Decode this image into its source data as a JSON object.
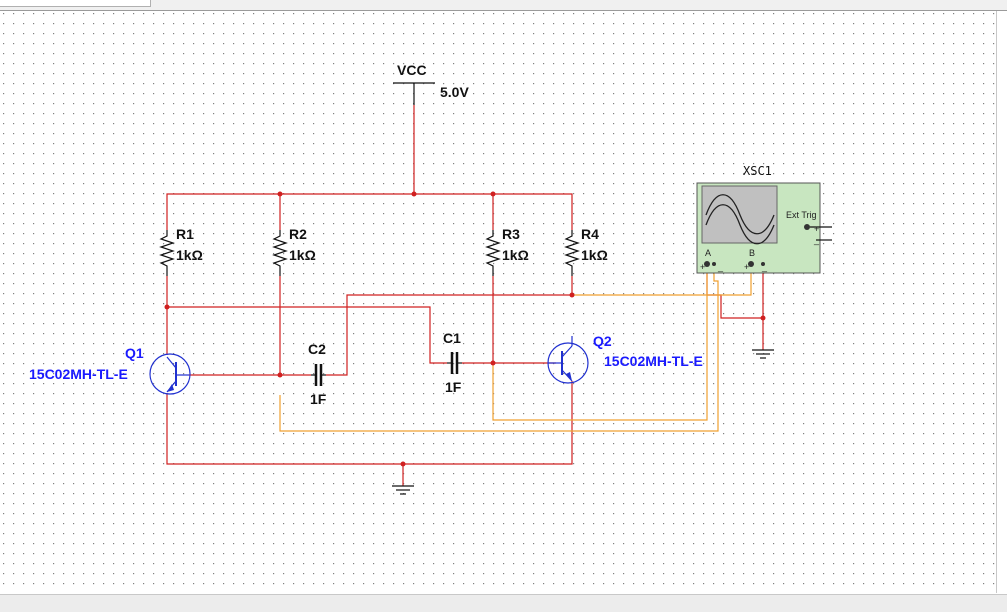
{
  "schematic": {
    "vcc": {
      "name": "VCC",
      "value": "5.0V"
    },
    "resistors": [
      {
        "ref": "R1",
        "value": "1kΩ"
      },
      {
        "ref": "R2",
        "value": "1kΩ"
      },
      {
        "ref": "R3",
        "value": "1kΩ"
      },
      {
        "ref": "R4",
        "value": "1kΩ"
      }
    ],
    "capacitors": [
      {
        "ref": "C2",
        "value": "1F"
      },
      {
        "ref": "C1",
        "value": "1F"
      }
    ],
    "transistors": [
      {
        "ref": "Q1",
        "model": "15C02MH-TL-E"
      },
      {
        "ref": "Q2",
        "model": "15C02MH-TL-E"
      }
    ],
    "oscilloscope": {
      "ref": "XSC1",
      "ext_trig": "Ext Trig",
      "channel_a": "A",
      "channel_b": "B",
      "plus": "+",
      "minus": "_"
    },
    "colors": {
      "wire": "#d02020",
      "probe_wire": "#f0a030",
      "part_label": "#1a1aff",
      "instrument_body": "#c8e6c0"
    }
  }
}
